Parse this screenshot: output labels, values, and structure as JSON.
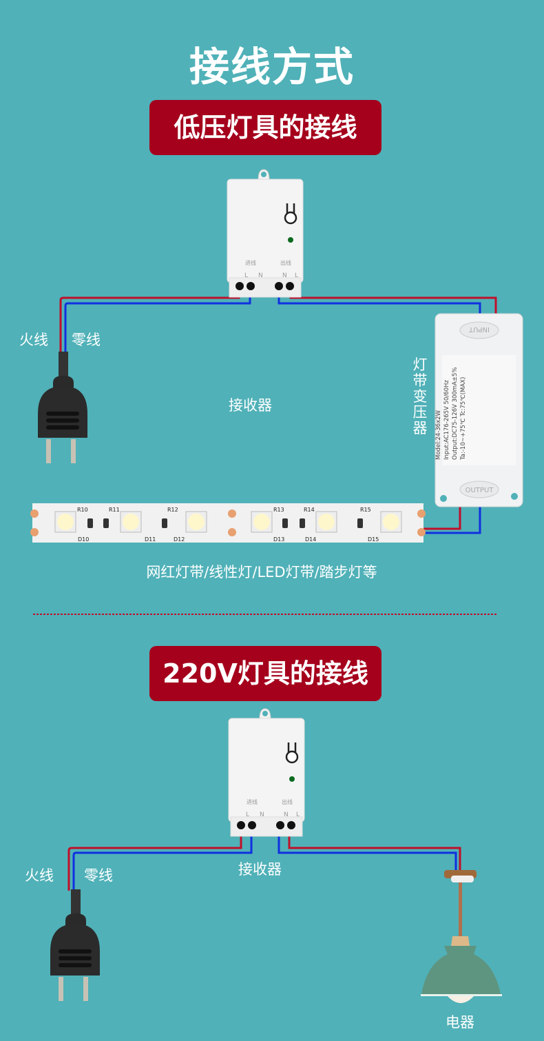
{
  "title": "接线方式",
  "section1": {
    "banner": "低压灯具的接线",
    "live_label": "火线",
    "neutral_label": "零线",
    "receiver_label": "接收器",
    "transformer_label": "灯带变压器",
    "strip_caption": "网红灯带/线性灯/LED灯带/踏步灯等",
    "transformer": {
      "input": "INPUT",
      "output": "OUTPUT",
      "lines": [
        "Model:24-36x2W",
        "Input:AC176-265V 50/60Hz",
        "Output:DC75-126V 300mA±5%",
        "Ta:-10~+75℃ Tc:75℃(MAX)"
      ]
    },
    "strip_labels": {
      "r": [
        "R10",
        "R11",
        "R12",
        "R13",
        "R14",
        "R15"
      ],
      "d": [
        "D10",
        "D11",
        "D12",
        "D13",
        "D14",
        "D15"
      ]
    }
  },
  "section2": {
    "banner": "220V灯具的接线",
    "live_label": "火线",
    "neutral_label": "零线",
    "receiver_label": "接收器",
    "appliance_label": "电器"
  },
  "receiver_module": {
    "in_label": "进线",
    "out_label": "出线",
    "terminals": [
      "L",
      "N",
      "N",
      "L"
    ]
  },
  "colors": {
    "background": "#50b1b8",
    "banner": "#a5001c",
    "live_wire": "#c0102a",
    "neutral_wire": "#1030e0"
  }
}
